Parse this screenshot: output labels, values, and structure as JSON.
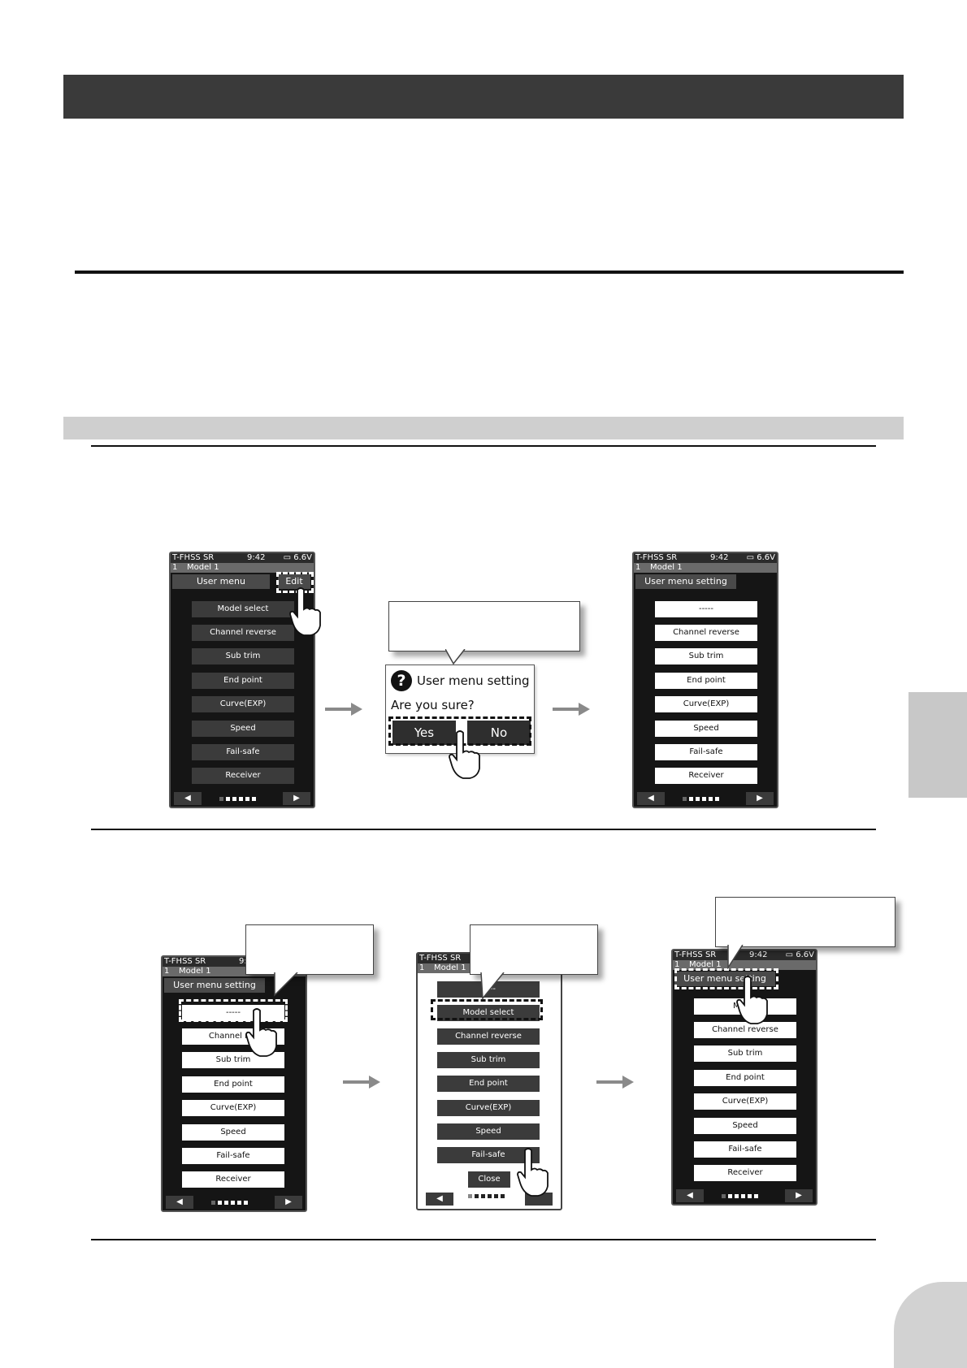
{
  "step1": {
    "screen_a": {
      "status": {
        "left": "T-FHSS SR",
        "time": "9:42",
        "voltage": "6.6V"
      },
      "model_no": "1",
      "model_name": "Model 1",
      "title": "User menu",
      "edit_label": "Edit",
      "items": [
        "Model select",
        "Channel reverse",
        "Sub trim",
        "End point",
        "Curve(EXP)",
        "Speed",
        "Fail-safe",
        "Receiver"
      ],
      "nav_prev": "◀",
      "nav_next": "▶"
    },
    "dialog": {
      "icon": "?",
      "title": "User menu setting",
      "question": "Are you sure?",
      "yes": "Yes",
      "no": "No"
    },
    "screen_b": {
      "status": {
        "left": "T-FHSS SR",
        "time": "9:42",
        "voltage": "6.6V"
      },
      "model_no": "1",
      "model_name": "Model 1",
      "title": "User menu setting",
      "items": [
        "-----",
        "Channel reverse",
        "Sub trim",
        "End point",
        "Curve(EXP)",
        "Speed",
        "Fail-safe",
        "Receiver"
      ],
      "nav_prev": "◀",
      "nav_next": "▶"
    }
  },
  "step2": {
    "screen_c": {
      "status": {
        "left": "T-FHSS SR",
        "time": "9:"
      },
      "model_no": "1",
      "model_name": "Model 1",
      "title": "User menu setting",
      "items": [
        "-----",
        "Channel rev",
        "Sub trim",
        "End point",
        "Curve(EXP)",
        "Speed",
        "Fail-safe",
        "Receiver"
      ],
      "nav_prev": "◀",
      "nav_next": "▶"
    },
    "screen_d": {
      "status": {
        "left": "T-FHSS SR"
      },
      "model_no": "1",
      "model_name": "Model 1",
      "items": [
        "-----",
        "Model select",
        "Channel reverse",
        "Sub trim",
        "End point",
        "Curve(EXP)",
        "Speed",
        "Fail-safe"
      ],
      "close_label": "Close",
      "nav_prev": "◀"
    },
    "screen_e": {
      "status": {
        "left": "T-FHSS SR",
        "time": "9:42",
        "voltage": "6.6V"
      },
      "model_no": "1",
      "model_name": "Model 1",
      "title": "User menu setting",
      "items": [
        "Model",
        "Channel reverse",
        "Sub trim",
        "End point",
        "Curve(EXP)",
        "Speed",
        "Fail-safe",
        "Receiver"
      ],
      "nav_prev": "◀",
      "nav_next": "▶"
    }
  },
  "colors": {
    "header_bar": "#3a3a3a",
    "section_bar": "#cfcfcf",
    "side_tab": "#c8c8c8",
    "screen_bg": "#151515"
  }
}
